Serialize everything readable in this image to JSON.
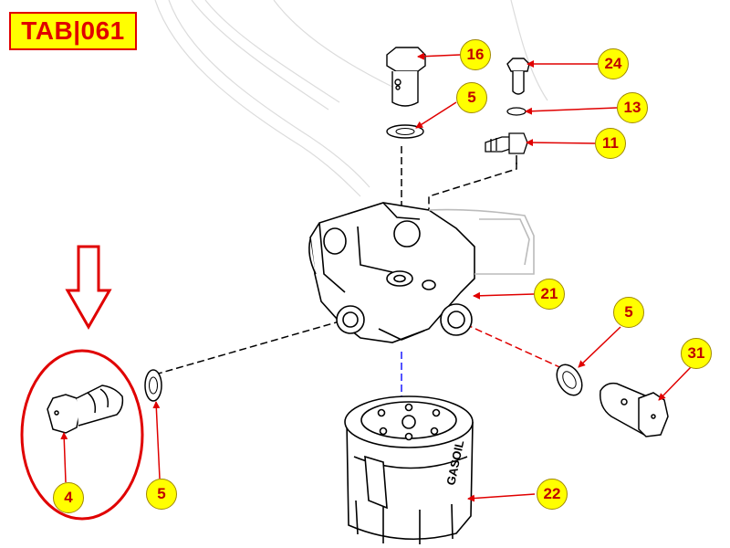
{
  "header": {
    "tab_code": "TAB|061"
  },
  "callouts": [
    {
      "id": "c16",
      "label": "16"
    },
    {
      "id": "c24",
      "label": "24"
    },
    {
      "id": "c5a",
      "label": "5"
    },
    {
      "id": "c13",
      "label": "13"
    },
    {
      "id": "c11",
      "label": "11"
    },
    {
      "id": "c21",
      "label": "21"
    },
    {
      "id": "c5b",
      "label": "5"
    },
    {
      "id": "c31",
      "label": "31"
    },
    {
      "id": "c22",
      "label": "22"
    },
    {
      "id": "c4",
      "label": "4"
    },
    {
      "id": "c5c",
      "label": "5"
    }
  ],
  "filter_brand": "GASOIL",
  "colors": {
    "callout_fill": "#ffff00",
    "callout_text": "#c00000",
    "leader": "#e00000",
    "highlight": "#e00000",
    "centerline_blue": "#1a1aff"
  }
}
